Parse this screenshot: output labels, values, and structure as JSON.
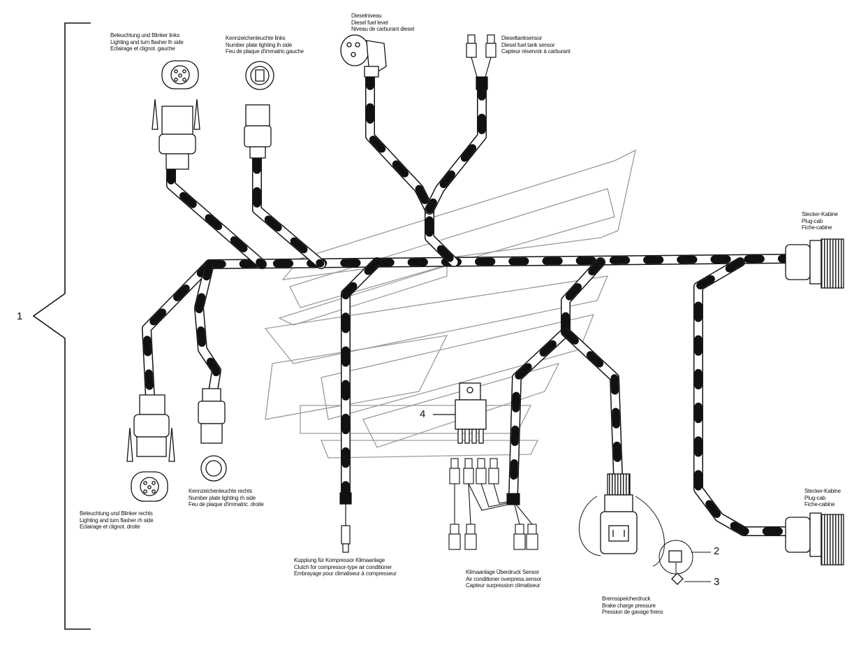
{
  "callouts": {
    "n1": "1",
    "n2": "2",
    "n3": "3",
    "n4": "4"
  },
  "labels": {
    "light_left": [
      "Beleuchtung und Blinker links",
      "Lighting and turn flasher lh side",
      "Eclairage et clignot. gauche"
    ],
    "plate_left": [
      "Kennzeichenleuchte links",
      "Number plate lighting lh side",
      "Feu de plaque d'immatric.gauche"
    ],
    "diesel_level": [
      "Dieselniveau",
      "Diesel fuel level",
      "Niveau de carburant diesel"
    ],
    "diesel_sensor": [
      "Dieseltanksensor",
      "Diesel fuel tank sensor",
      "Capteur réservoir à carburant"
    ],
    "plug_cab_top": [
      "Stecker-Kabine",
      "Plug-cab",
      "Fiche-cabine"
    ],
    "plug_cab_bottom": [
      "Stecker-Kabine",
      "Plug-cab",
      "Fiche-cabine"
    ],
    "light_right": [
      "Beleuchtung und Blinker rechts",
      "Lighting and turn flasher rh side",
      "Eclairage et clignot. droite"
    ],
    "plate_right": [
      "Kennzeichenleuchte rechts",
      "Number plate lighting rh side",
      "Feu de plaque d'immatric. droite"
    ],
    "compressor": [
      "Kupplung für Kompressor Klimaanlage",
      "Clutch for compressor-type air conditioner",
      "Embrayage pour climatiseur à compresseur"
    ],
    "ac_sensor": [
      "Klimaanlage Überdruck Sensor",
      "Air conditioner overpress.sensor",
      "Capteur surpression climatiseur"
    ],
    "brake": [
      "Bremsspeicherdruck",
      "Brake charge pressure",
      "Pression de gavage freins"
    ]
  }
}
